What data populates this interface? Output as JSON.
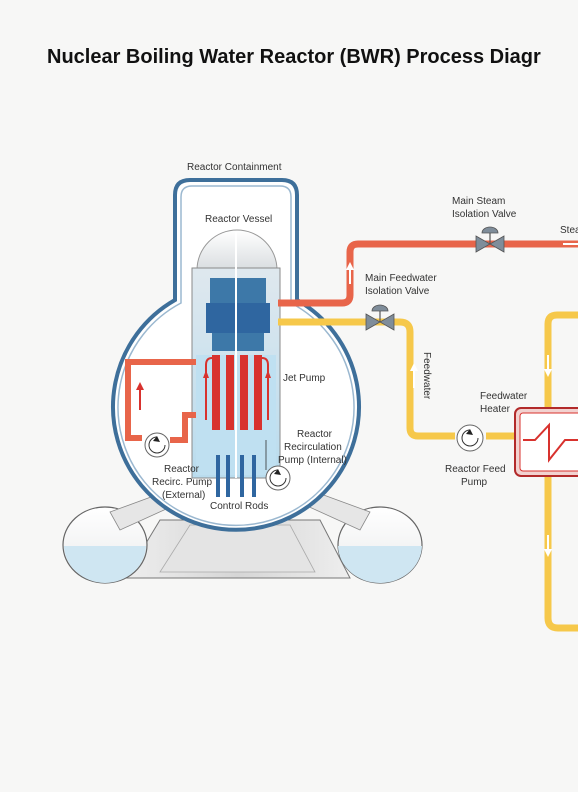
{
  "title": "Nuclear Boiling Water Reactor (BWR) Process Diagr",
  "labels": {
    "reactor_containment": "Reactor Containment",
    "reactor_vessel": "Reactor Vessel",
    "main_steam_isolation_valve_1": "Main Steam",
    "main_steam_isolation_valve_2": "Isolation Valve",
    "steam": "Stea",
    "main_feedwater_isolation_valve_1": "Main Feedwater",
    "main_feedwater_isolation_valve_2": "Isolation Valve",
    "jet_pump": "Jet Pump",
    "feedwater": "Feedwater",
    "feedwater_heater_1": "Feedwater",
    "feedwater_heater_2": "Heater",
    "reactor_recirc_pump_internal_1": "Reactor",
    "reactor_recirc_pump_internal_2": "Recirculation",
    "reactor_recirc_pump_internal_3": "Pump (Internal)",
    "reactor_recirc_pump_external_1": "Reactor",
    "reactor_recirc_pump_external_2": "Recirc. Pump",
    "reactor_recirc_pump_external_3": "(External)",
    "reactor_feed_pump_1": "Reactor Feed",
    "reactor_feed_pump_2": "Pump",
    "control_rods": "Control Rods"
  },
  "colors": {
    "steam": "#e8654a",
    "feedwater": "#f6c84a",
    "containment": "#3e6f9a",
    "water": "#cfe6f2",
    "core_blue": "#3d78a8",
    "fuel_red": "#d8322e"
  }
}
